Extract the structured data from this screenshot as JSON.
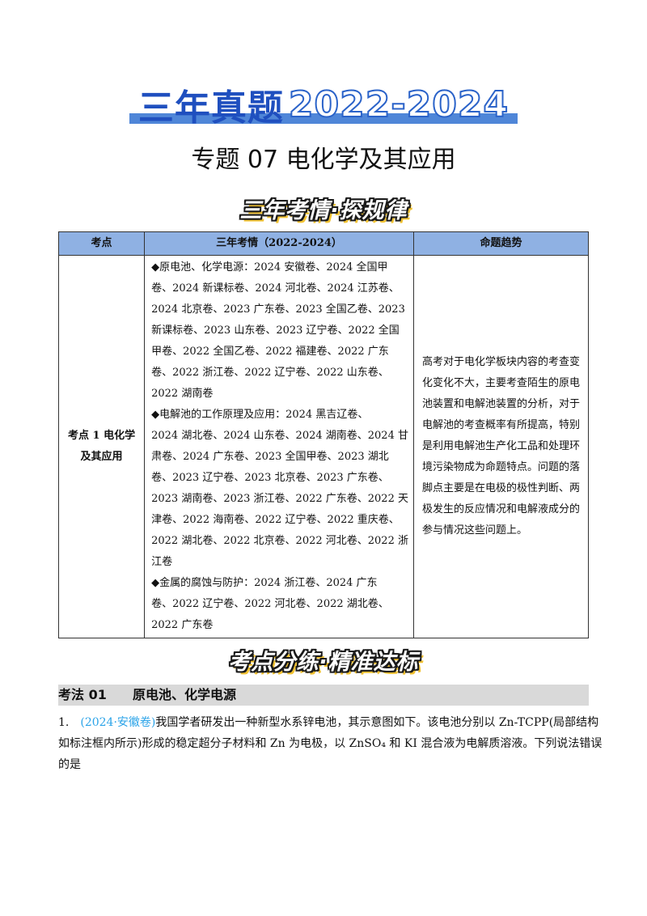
{
  "banner": {
    "part1": "三年真题",
    "part2": "2022-2024"
  },
  "title": "专题 07  电化学及其应用",
  "ribbon1": "三年考情·探规律",
  "table": {
    "headers": [
      "考点",
      "三年考情（2022-2024）",
      "命题趋势"
    ],
    "row": {
      "kaodian_lines": [
        "考点 1  电化学",
        "及其应用"
      ],
      "qingkuang_lines": [
        "◆原电池、化学电源：2024 安徽卷、2024 全国甲",
        "卷、2024 新课标卷、2024 河北卷、2024 江苏卷、",
        "2024 北京卷、2023 广东卷、2023 全国乙卷、2023",
        "新课标卷、2023 山东卷、2023 辽宁卷、2022 全国",
        "甲卷、2022 全国乙卷、2022 福建卷、2022 广东",
        "卷、2022 浙江卷、2022 辽宁卷、2022 山东卷、",
        "2022 湖南卷",
        "◆电解池的工作原理及应用：2024 黑吉辽卷、",
        "2024 湖北卷、2024 山东卷、2024 湖南卷、2024 甘",
        "肃卷、2024 广东卷、2023 全国甲卷、2023 湖北",
        "卷、2023 辽宁卷、2023 北京卷、2023 广东卷、",
        "2023 湖南卷、2023 浙江卷、2022 广东卷、2022 天",
        "津卷、2022 海南卷、2022 辽宁卷、2022 重庆卷、",
        "2022 湖北卷、2022 北京卷、2022 河北卷、2022 浙",
        "江卷",
        "◆金属的腐蚀与防护：2024 浙江卷、2024 广东",
        "卷、2022 辽宁卷、2022 河北卷、2022 湖北卷、",
        "2022 广东卷"
      ],
      "qushi_lines": [
        "高考对于电化学板块内容的考查变",
        "化变化不大，主要考查陌生的原电",
        "池装置和电解池装置的分析，对于",
        "电解池的考查概率有所提高，特别",
        "是利用电解池生产化工品和处理环",
        "境污染物成为命题特点。问题的落",
        "脚点主要是在电极的极性判断、两",
        "极发生的反应情况和电解液成分的",
        "参与情况这些问题上。"
      ]
    }
  },
  "ribbon2": "考点分练·精准达标",
  "section": {
    "label": "考法 01",
    "title": "原电池、化学电源"
  },
  "question": {
    "number": "1.",
    "source": "(2024·安徽卷)",
    "line1": "我国学者研发出一种新型水系锌电池，其示意图如下。该电池分别以 Zn-TCPP(局部结构",
    "line2": "如标注框内所示)形成的稳定超分子材料和 Zn 为电极，以 ZnSO₄ 和 KI 混合液为电解质溶液。下列说法错误",
    "line3": "的是"
  }
}
